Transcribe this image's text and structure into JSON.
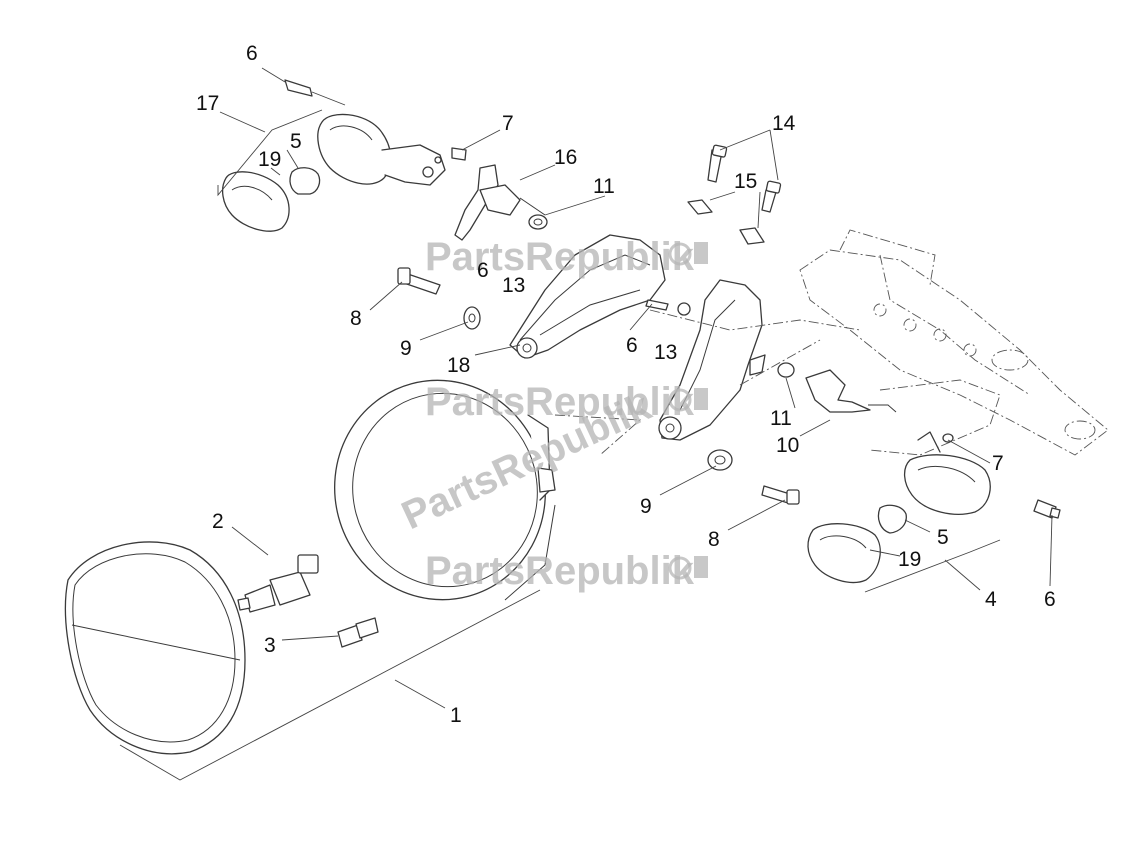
{
  "watermark": {
    "brand": "PartsRepublik"
  },
  "callouts": {
    "c1": "1",
    "c2": "2",
    "c3": "3",
    "c4": "4",
    "c5a": "5",
    "c5b": "5",
    "c6a": "6",
    "c6b": "6",
    "c6c": "6",
    "c6d": "6",
    "c7a": "7",
    "c7b": "7",
    "c8a": "8",
    "c8b": "8",
    "c9a": "9",
    "c9b": "9",
    "c10": "10",
    "c11a": "11",
    "c11b": "11",
    "c13a": "13",
    "c13b": "13",
    "c14": "14",
    "c15": "15",
    "c16": "16",
    "c17": "17",
    "c18": "18",
    "c19a": "19",
    "c19b": "19"
  },
  "colors": {
    "line": "#3a3a3a",
    "watermark": "#b5b5b5",
    "background": "#ffffff"
  }
}
